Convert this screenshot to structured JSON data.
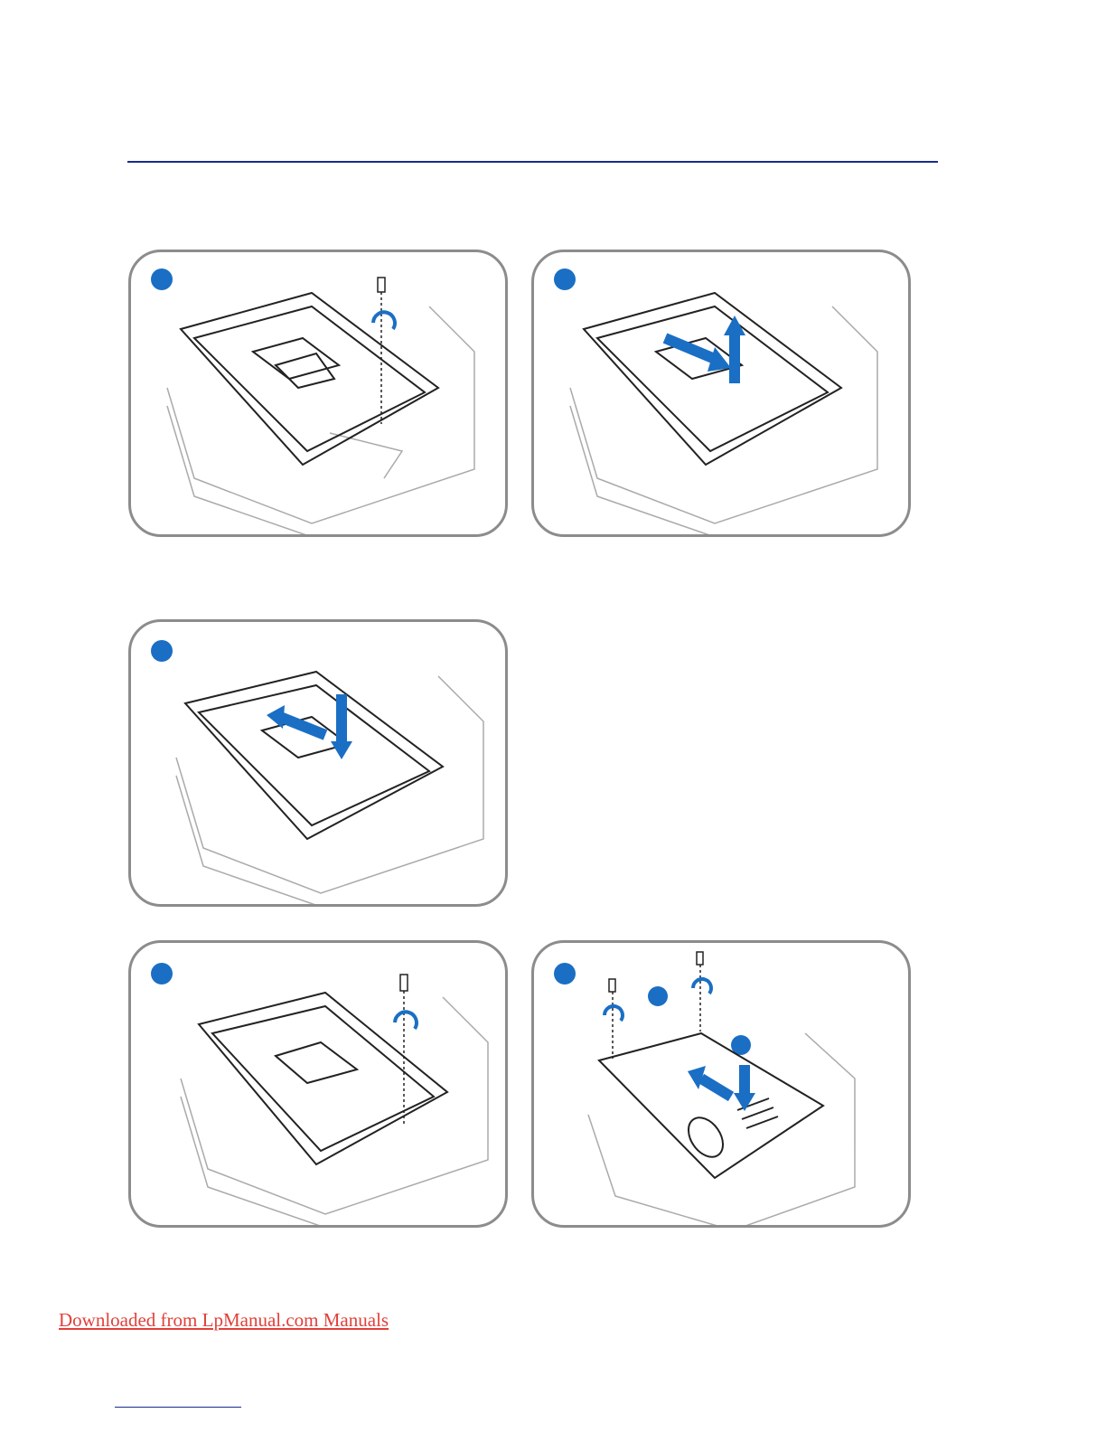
{
  "footer": {
    "link_text": "Downloaded from LpManual.com Manuals"
  },
  "colors": {
    "accent_blue": "#1a6fc4",
    "rule_blue": "#1a2a8c",
    "link_red": "#e0413a",
    "frame_gray": "#8c8c8c"
  },
  "illustrations": [
    {
      "id": "remove-screw",
      "icons": [
        "screw-icon",
        "rotate-arrow-icon"
      ]
    },
    {
      "id": "lift-drive",
      "icons": [
        "slide-arrow-icon",
        "lift-arrow-icon"
      ]
    },
    {
      "id": "insert-drive",
      "icons": [
        "slide-arrow-icon",
        "press-arrow-icon"
      ]
    },
    {
      "id": "replace-screw",
      "icons": [
        "screw-icon",
        "rotate-arrow-icon"
      ]
    },
    {
      "id": "replace-cover",
      "icons": [
        "screw-icon",
        "rotate-arrow-icon",
        "slide-arrow-icon",
        "press-arrow-icon"
      ]
    }
  ]
}
